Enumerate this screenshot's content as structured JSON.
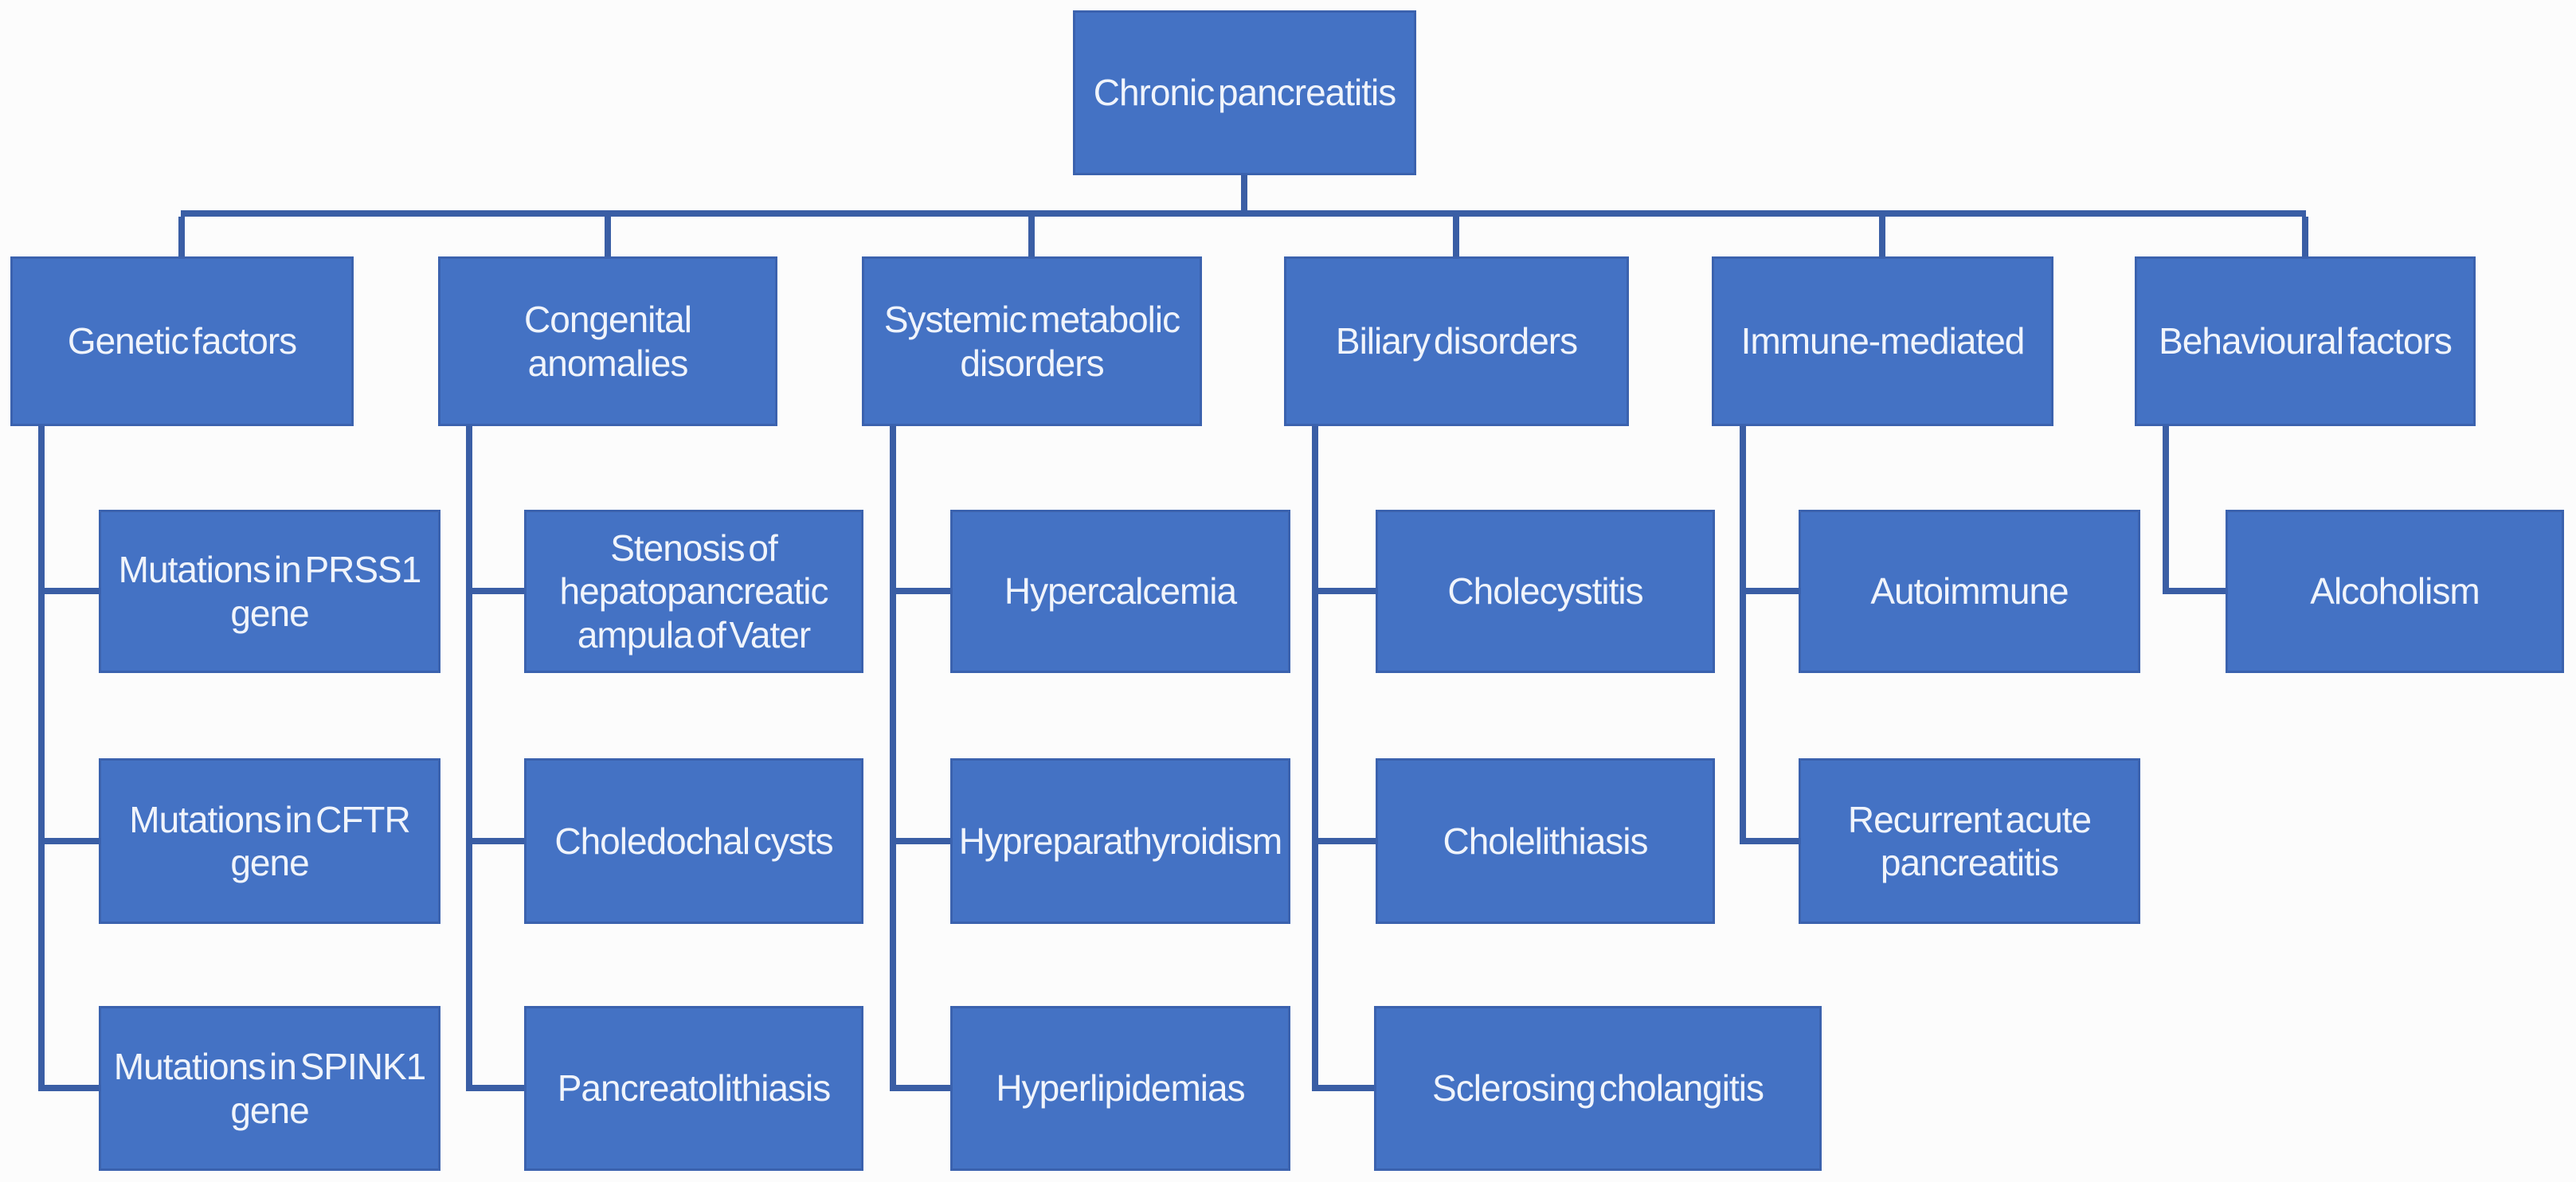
{
  "diagram": {
    "title": "Chronic pancreatitis causes diagram",
    "root": {
      "label": "Chronic pancreatitis"
    },
    "branches": [
      {
        "label": "Genetic factors",
        "children": [
          "Mutations in PRSS1 gene",
          "Mutations in CFTR gene",
          "Mutations in SPINK1 gene"
        ]
      },
      {
        "label": "Congenital anomalies",
        "children": [
          "Stenosis of hepatopancreatic ampula of Vater",
          "Choledochal cysts",
          "Pancreatolithiasis"
        ]
      },
      {
        "label": "Systemic metabolic disorders",
        "children": [
          "Hypercalcemia",
          "Hypreparathyroidism",
          "Hyperlipidemias"
        ]
      },
      {
        "label": "Biliary disorders",
        "children": [
          "Cholecystitis",
          "Cholelithiasis",
          "Sclerosing cholangitis"
        ]
      },
      {
        "label": "Immune-mediated",
        "children": [
          "Autoimmune",
          "Recurrent acute pancreatitis"
        ]
      },
      {
        "label": "Behavioural factors",
        "children": [
          "Alcoholism"
        ]
      }
    ]
  },
  "colors": {
    "node_fill": "#4472C4",
    "node_border": "#3B62AE",
    "connector": "#3A5EA5",
    "text": "#F0F4FB",
    "background": "#FCFCFC"
  }
}
